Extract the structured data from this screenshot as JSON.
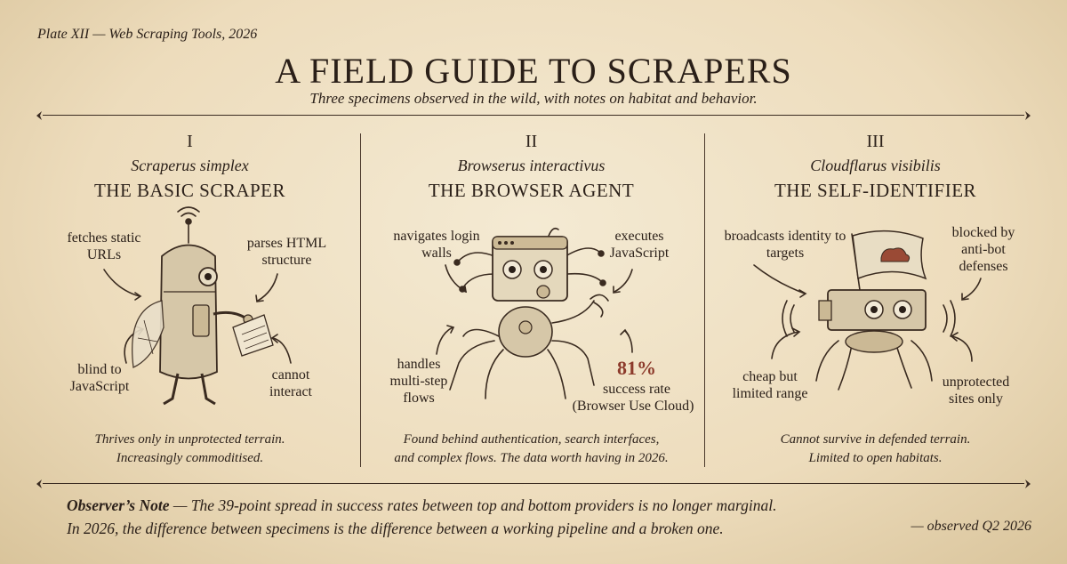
{
  "plate_label": "Plate XII — Web Scraping Tools, 2026",
  "title": "A FIELD GUIDE TO SCRAPERS",
  "subtitle": "Three specimens observed in the wild, with notes on habitat and behavior.",
  "specimens": [
    {
      "numeral": "I",
      "species": "Scraperus simplex",
      "common_name": "THE BASIC SCRAPER",
      "notes": [
        "fetches static URLs",
        "parses HTML structure",
        "blind to JavaScript",
        "cannot interact"
      ],
      "habitat": [
        "Thrives only in unprotected terrain.",
        "Increasingly commoditised."
      ]
    },
    {
      "numeral": "II",
      "species": "Browserus interactivus",
      "common_name": "THE BROWSER AGENT",
      "notes": [
        "navigates login walls",
        "executes JavaScript",
        "handles multi-step flows"
      ],
      "stat_value": "81%",
      "stat_label": "success rate",
      "stat_source": "(Browser Use Cloud)",
      "habitat": [
        "Found behind authentication, search interfaces,",
        "and complex flows. The data worth having in 2026."
      ]
    },
    {
      "numeral": "III",
      "species": "Cloudflarus visibilis",
      "common_name": "THE SELF-IDENTIFIER",
      "notes": [
        "broadcasts identity to targets",
        "blocked by anti-bot defenses",
        "cheap but limited range",
        "unprotected sites only"
      ],
      "habitat": [
        "Cannot survive in defended terrain.",
        "Limited to open habitats."
      ]
    }
  ],
  "observer_note": {
    "label": "Observer’s Note",
    "line1": " — The 39-point spread in success rates between top and bottom providers is no longer marginal.",
    "line2": "In 2026, the difference between specimens is the difference between a working pipeline and a broken one."
  },
  "observed": "— observed Q2 2026",
  "colors": {
    "ink": "#2c211a",
    "accent": "#8c3a2b",
    "paper": "#efe3c8"
  }
}
